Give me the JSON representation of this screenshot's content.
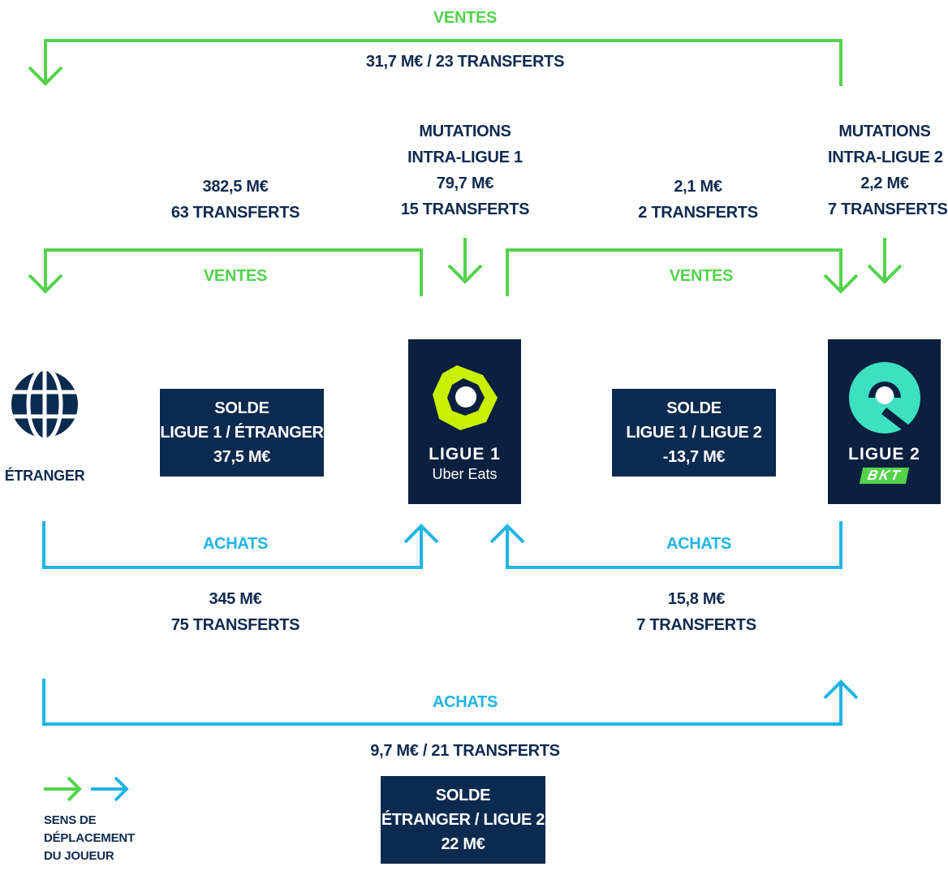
{
  "top_flow": {
    "label": "VENTES",
    "value": "31,7 M€ / 23 TRANSFERTS"
  },
  "l1_to_foreign": {
    "value_lines": [
      "382,5 M€",
      "63 TRANSFERTS"
    ],
    "sales_label": "VENTES"
  },
  "intra_l1": {
    "lines": [
      "MUTATIONS",
      "INTRA-LIGUE 1",
      "79,7 M€",
      "15 TRANSFERTS"
    ]
  },
  "l1_to_l2": {
    "value_lines": [
      "2,1 M€",
      "2 TRANSFERTS"
    ],
    "sales_label": "VENTES"
  },
  "intra_l2": {
    "lines": [
      "MUTATIONS",
      "INTRA-LIGUE 2",
      "2,2 M€",
      "7 TRANSFERTS"
    ]
  },
  "foreign": {
    "label": "ÉTRANGER",
    "icon": "globe-icon"
  },
  "balance_l1_foreign": {
    "lines": [
      "SOLDE",
      "LIGUE 1 / ÉTRANGER",
      "37,5 M€"
    ]
  },
  "ligue1_logo": {
    "title": "LIGUE 1",
    "sponsor": "Uber Eats",
    "color": "#c8f000"
  },
  "balance_l1_l2": {
    "lines": [
      "SOLDE",
      "LIGUE 1 / LIGUE 2",
      "-13,7 M€"
    ]
  },
  "ligue2_logo": {
    "title": "LIGUE 2",
    "sponsor": "BKT",
    "color": "#3de0c0"
  },
  "foreign_to_l1": {
    "purchase_label": "ACHATS",
    "value_lines": [
      "345 M€",
      "75 TRANSFERTS"
    ]
  },
  "l2_to_l1": {
    "purchase_label": "ACHATS",
    "value_lines": [
      "15,8 M€",
      "7 TRANSFERTS"
    ]
  },
  "bottom_flow": {
    "label": "ACHATS",
    "value": "9,7 M€ / 21 TRANSFERTS"
  },
  "balance_foreign_l2": {
    "lines": [
      "SOLDE",
      "ÉTRANGER / LIGUE 2",
      "22 M€"
    ]
  },
  "legend": {
    "lines": [
      "SENS DE",
      "DÉPLACEMENT",
      "DU JOUEUR"
    ]
  },
  "colors": {
    "sales": "#52d34b",
    "purchases": "#20b4e3",
    "navy": "#0b2a4f"
  }
}
